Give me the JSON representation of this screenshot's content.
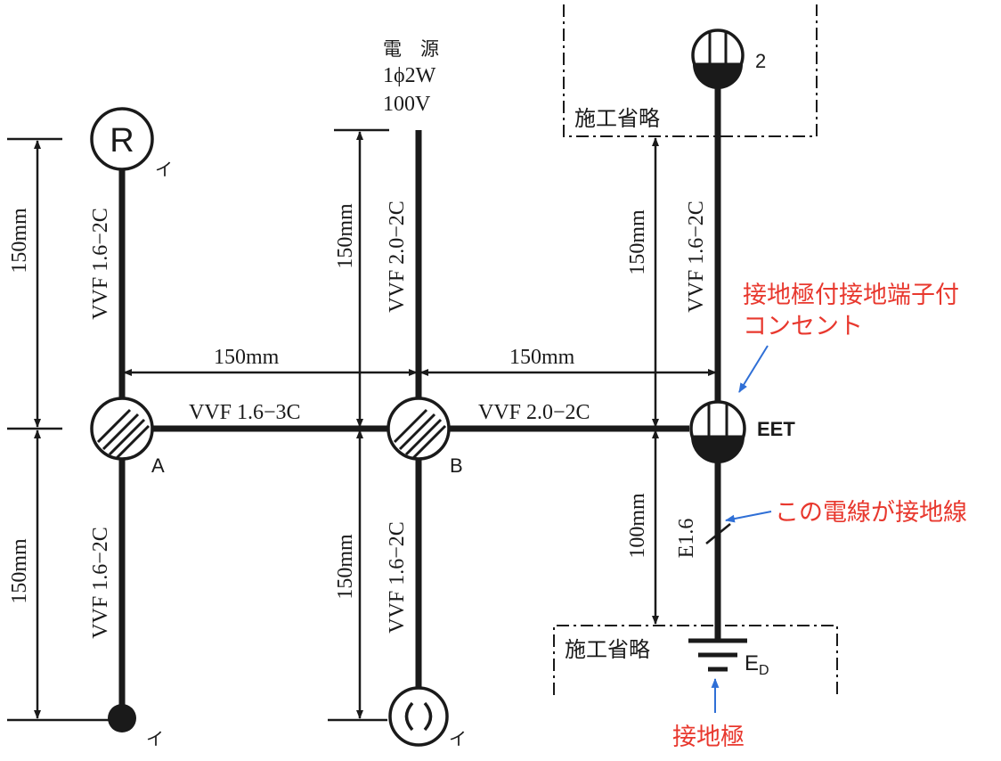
{
  "power_source": {
    "line1": "電　源",
    "line2": "1ϕ2W",
    "line3": "100V"
  },
  "boxes": {
    "A": "A",
    "B": "B",
    "EET": "EET"
  },
  "devices": {
    "ceiling_light_symbol": "R",
    "outlet_2_number": "2",
    "ground_label_main": "E",
    "ground_label_sub": "D"
  },
  "switch_labels": {
    "r_light": "イ",
    "a_bottom": "イ",
    "b_bottom": "イ"
  },
  "cables": {
    "a_top": "VVF 1.6−2C",
    "a_bottom": "VVF 1.6−2C",
    "b_top": "VVF 2.0−2C",
    "b_bottom": "VVF 1.6−2C",
    "ab_horizontal": "VVF 1.6−3C",
    "b_eet_horizontal": "VVF 2.0−2C",
    "eet_top": "VVF 1.6−2C",
    "eet_bottom": "E1.6"
  },
  "dimensions": {
    "left_top": "150mm",
    "left_bottom": "150mm",
    "b_top": "150mm",
    "b_bottom": "150mm",
    "ab_horizontal": "150mm",
    "b_eet_horizontal": "150mm",
    "eet_top": "150mm",
    "eet_bottom": "100mm"
  },
  "omitted": {
    "top": "施工省略",
    "bottom": "施工省略"
  },
  "annotations": {
    "outlet_line1": "接地極付接地端子付",
    "outlet_line2": "コンセント",
    "ground_wire": "この電線が接地線",
    "ground_electrode": "接地極"
  },
  "colors": {
    "annotation_text": "#e8382e",
    "annotation_arrow": "#2f6fd6",
    "line": "#1a1a1a"
  }
}
